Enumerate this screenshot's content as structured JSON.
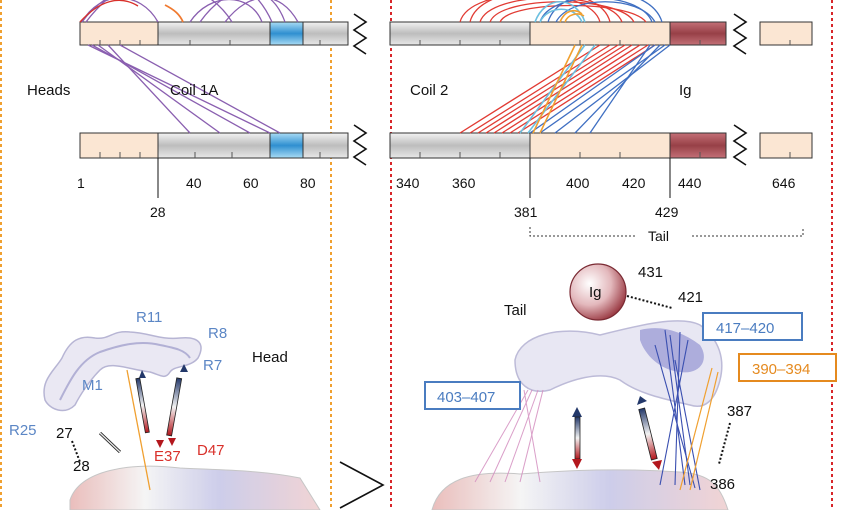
{
  "colors": {
    "head_fill": "#fbe6d3",
    "coil_fill": "#cfcfcf",
    "linker_fill": "#3f9bd6",
    "ig_fill": "#a84f55",
    "tail_fill": "#fbe6d3",
    "divider_orange": "#f0a030",
    "divider_red": "#d8262a",
    "purple": "#8a5fb0",
    "red_link": "#e13b33",
    "blue_link": "#3f6fc2",
    "light_blue_link": "#6cc0e0",
    "orange_link": "#f0a030"
  },
  "domain_labels": {
    "heads": "Heads",
    "coil1a": "Coil 1A",
    "coil2": "Coil 2",
    "ig": "Ig"
  },
  "axis_ticks": {
    "t1": "1",
    "t40": "40",
    "t60": "60",
    "t80": "80",
    "t340": "340",
    "t360": "360",
    "t400": "400",
    "t420": "420",
    "t440": "440",
    "t646": "646",
    "b28": "28",
    "b381": "381",
    "b429": "429"
  },
  "tail_label": "Tail",
  "left_panel": {
    "head_label": "Head",
    "residues": {
      "r11": "R11",
      "r8": "R8",
      "r7": "R7",
      "m1": "M1",
      "r25": "R25",
      "n27": "27",
      "n28": "28",
      "e37": "E37",
      "d47": "D47"
    }
  },
  "right_panel": {
    "tail_label": "Tail",
    "ig_ball_label": "Ig",
    "n431": "431",
    "n421": "421",
    "n387": "387",
    "n386": "386",
    "box_417_420": "417–420",
    "box_390_394": "390–394",
    "box_403_407": "403–407"
  }
}
